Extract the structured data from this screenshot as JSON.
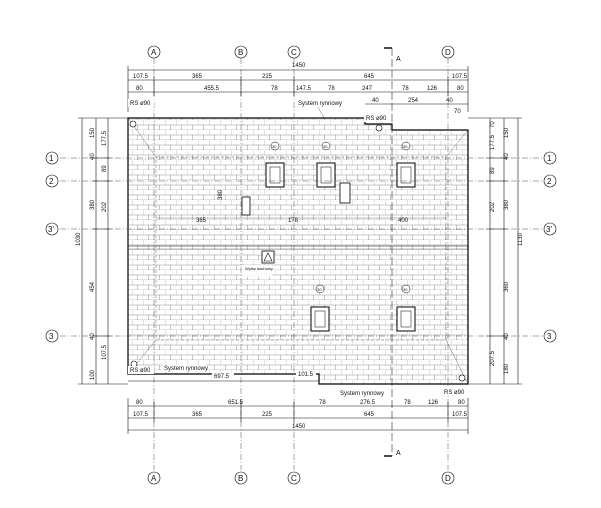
{
  "grid_axes": {
    "vertical": [
      "A",
      "B",
      "C",
      "D"
    ],
    "horizontal": [
      "1",
      "2",
      "3'",
      "3"
    ]
  },
  "section_marker": "A",
  "dimensions": {
    "top_total": "1450",
    "top_row1": [
      "107.5",
      "365",
      "225",
      "645",
      "107.5"
    ],
    "top_row2": [
      "80",
      "455.5",
      "78",
      "147.5",
      "78",
      "247",
      "78",
      "126",
      "80"
    ],
    "top_row3": [
      "40",
      "254",
      "40",
      "70"
    ],
    "bottom_row1": [
      "80",
      "651.5",
      "78",
      "276.5",
      "78",
      "126",
      "80"
    ],
    "bottom_row2": [
      "107.5",
      "365",
      "225",
      "645",
      "107.5"
    ],
    "bottom_total": "1450",
    "left_outer": "1030",
    "left_mid": [
      "150",
      "40",
      "380",
      "454",
      "40",
      "100"
    ],
    "left_inner": [
      "177.5",
      "89",
      "202",
      "107.5"
    ],
    "right_outer": "1130",
    "right_mid": [
      "150",
      "40",
      "380",
      "360",
      "40",
      "180"
    ],
    "right_inner": [
      "70",
      "177.5",
      "89",
      "202",
      "207.5"
    ]
  },
  "labels": {
    "rs_top_left": "RS ø90",
    "rs_top_right": "RS ø90",
    "rs_bottom_left": "RS ø90",
    "rs_bottom_right": "RS ø90",
    "gutter_top": "System rynnowy",
    "gutter_bottom_left": "System rynnowy",
    "gutter_bottom_right": "System rynnowy",
    "eave_left": "697.5",
    "eave_mid": "101.5",
    "vent_text": "Wyłaz dachowy",
    "dim_380": "380",
    "dim_365_inner": "365",
    "dim_178": "178",
    "dim_400": "400",
    "dim_30a": "30",
    "dim_30b": "30",
    "dim_30c": "30",
    "dim_30d": "30",
    "dim_30e": "30"
  }
}
